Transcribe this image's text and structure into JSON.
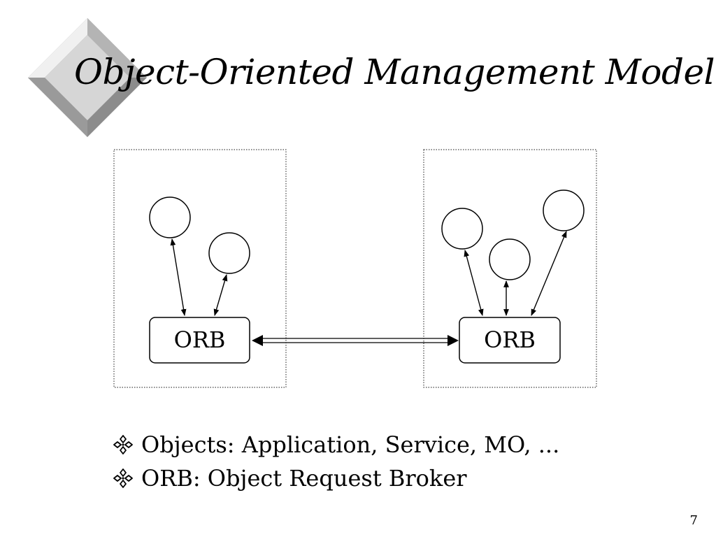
{
  "slide": {
    "title": "Object-Oriented Management Model",
    "page_number": "7"
  },
  "diagram": {
    "left_node": {
      "orb_label": "ORB",
      "object_count": 2
    },
    "right_node": {
      "orb_label": "ORB",
      "object_count": 3
    },
    "orb_link": "bidirectional"
  },
  "bullets": {
    "icon": "four-petal-diamond-bullet-icon",
    "items": [
      {
        "text": "Objects: Application, Service, MO, ..."
      },
      {
        "text": "ORB: Object Request Broker"
      }
    ]
  },
  "colors": {
    "ornament_light": "#e6e6e6",
    "ornament_mid": "#c8c8c8",
    "ornament_dark": "#8c8c8c"
  }
}
